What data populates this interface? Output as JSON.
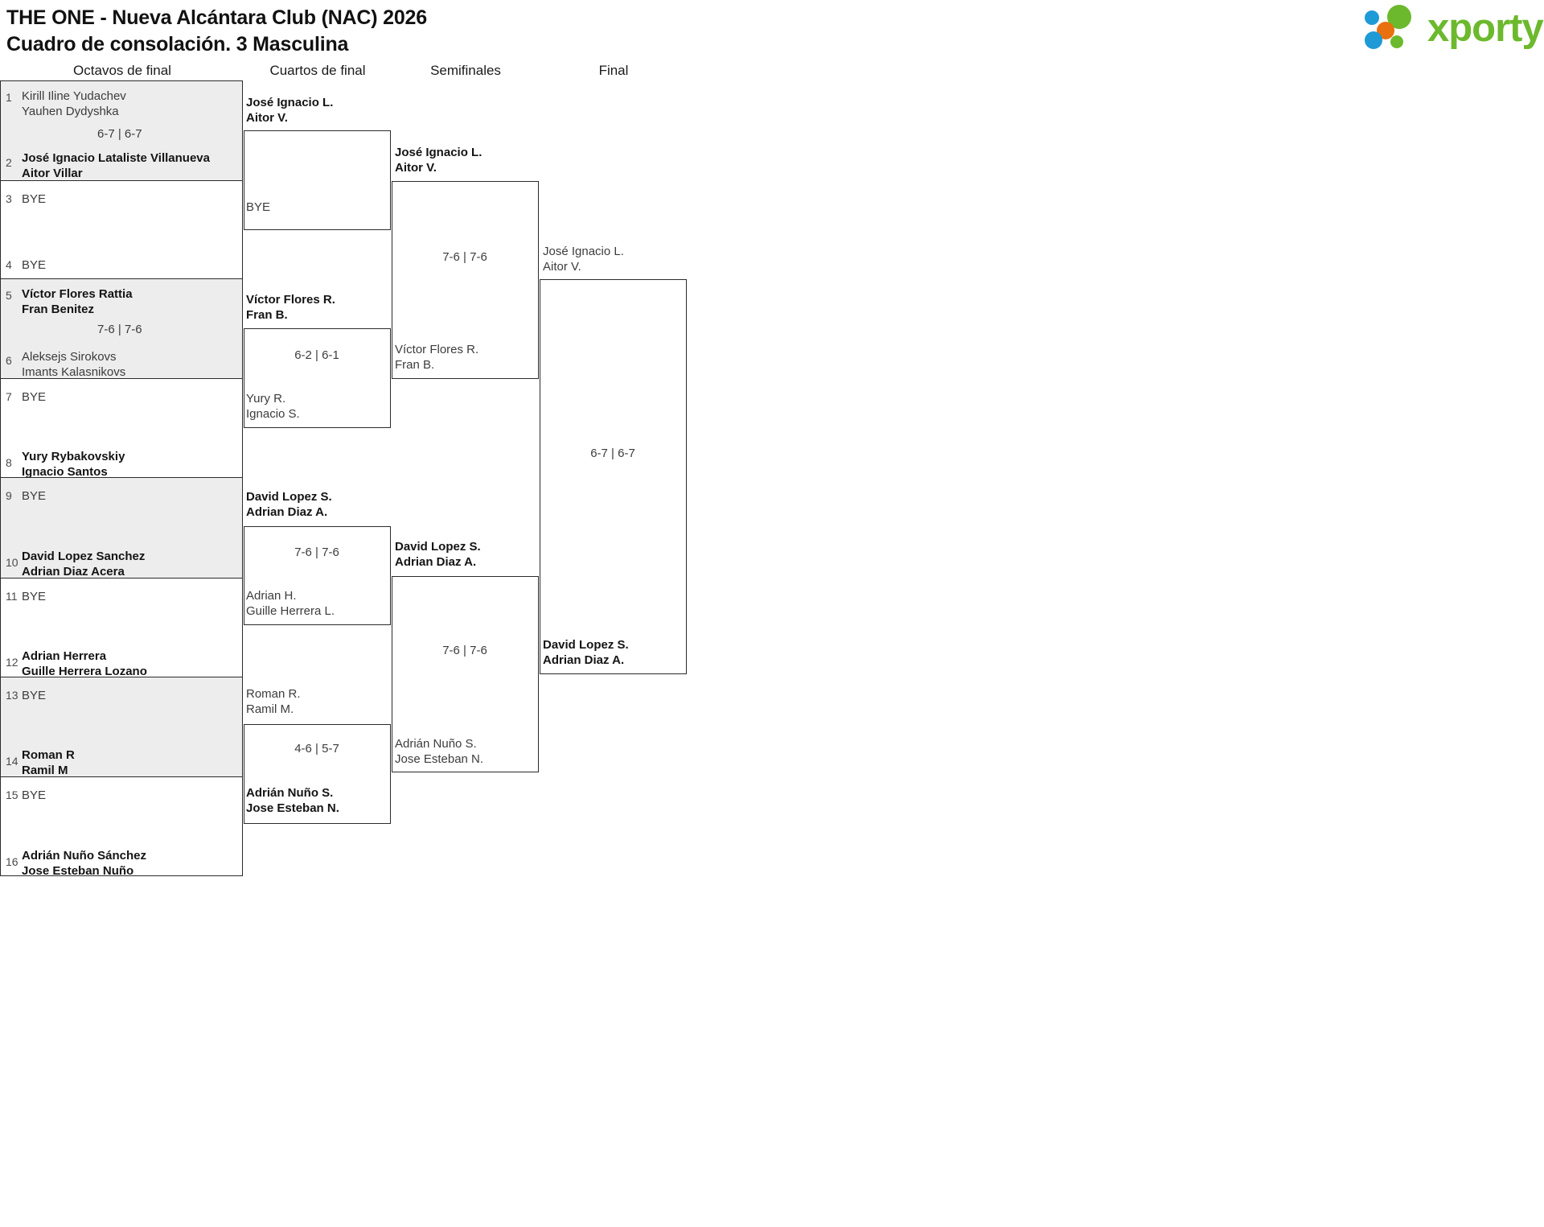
{
  "header": {
    "title_line1": "THE ONE - Nueva Alcántara Club (NAC) 2026",
    "title_line2": "Cuadro de consolación. 3 Masculina"
  },
  "logo": {
    "wordmark": "xporty",
    "green": "#6cb92d",
    "blue": "#1e9ad6",
    "orange": "#e8700f"
  },
  "rounds": [
    {
      "label": "Octavos de final"
    },
    {
      "label": "Cuartos de final"
    },
    {
      "label": "Semifinales"
    },
    {
      "label": "Final"
    }
  ],
  "r16": [
    {
      "seed": "1",
      "line1": "Kirill Iline Yudachev",
      "line2": "Yauhen Dydyshka",
      "winner": false,
      "bye": false
    },
    {
      "seed": "2",
      "line1": "José Ignacio Lataliste Villanueva",
      "line2": "Aitor Villar",
      "winner": true,
      "bye": false
    },
    {
      "seed": "3",
      "line1": "BYE",
      "line2": "",
      "winner": false,
      "bye": true
    },
    {
      "seed": "4",
      "line1": "BYE",
      "line2": "",
      "winner": false,
      "bye": true
    },
    {
      "seed": "5",
      "line1": "Víctor Flores Rattia",
      "line2": "Fran Benitez",
      "winner": true,
      "bye": false
    },
    {
      "seed": "6",
      "line1": "Aleksejs Sirokovs",
      "line2": "Imants Kalasnikovs",
      "winner": false,
      "bye": false
    },
    {
      "seed": "7",
      "line1": "BYE",
      "line2": "",
      "winner": false,
      "bye": true
    },
    {
      "seed": "8",
      "line1": "Yury Rybakovskiy",
      "line2": "Ignacio Santos",
      "winner": true,
      "bye": false
    },
    {
      "seed": "9",
      "line1": "BYE",
      "line2": "",
      "winner": false,
      "bye": true
    },
    {
      "seed": "10",
      "line1": "David Lopez Sanchez",
      "line2": "Adrian Diaz Acera",
      "winner": true,
      "bye": false
    },
    {
      "seed": "11",
      "line1": "BYE",
      "line2": "",
      "winner": false,
      "bye": true
    },
    {
      "seed": "12",
      "line1": "Adrian Herrera",
      "line2": "Guille Herrera Lozano",
      "winner": true,
      "bye": false
    },
    {
      "seed": "13",
      "line1": "BYE",
      "line2": "",
      "winner": false,
      "bye": true
    },
    {
      "seed": "14",
      "line1": "Roman R",
      "line2": "Ramil M",
      "winner": true,
      "bye": false
    },
    {
      "seed": "15",
      "line1": "BYE",
      "line2": "",
      "winner": false,
      "bye": true
    },
    {
      "seed": "16",
      "line1": "Adrián Nuño Sánchez",
      "line2": "Jose Esteban Nuño",
      "winner": true,
      "bye": false
    }
  ],
  "r16_scores": [
    {
      "value": "6-7 | 6-7"
    },
    {
      "value": ""
    },
    {
      "value": "7-6 | 7-6"
    },
    {
      "value": ""
    },
    {
      "value": ""
    },
    {
      "value": ""
    },
    {
      "value": ""
    },
    {
      "value": ""
    }
  ],
  "quarters": [
    {
      "line1": "José Ignacio L.",
      "line2": "Aitor V.",
      "winner": true,
      "bye": false
    },
    {
      "line1": "BYE",
      "line2": "",
      "winner": false,
      "bye": true
    },
    {
      "line1": "Víctor Flores R.",
      "line2": "Fran B.",
      "winner": true,
      "bye": false
    },
    {
      "line1": "Yury R.",
      "line2": "Ignacio S.",
      "winner": false,
      "bye": false
    },
    {
      "line1": "David Lopez S.",
      "line2": "Adrian Diaz A.",
      "winner": true,
      "bye": false
    },
    {
      "line1": "Adrian H.",
      "line2": "Guille Herrera L.",
      "winner": false,
      "bye": false
    },
    {
      "line1": "Roman R.",
      "line2": "Ramil M.",
      "winner": false,
      "bye": false
    },
    {
      "line1": "Adrián Nuño S.",
      "line2": "Jose Esteban N.",
      "winner": true,
      "bye": false
    }
  ],
  "quarter_scores": [
    {
      "value": ""
    },
    {
      "value": "6-2 | 6-1"
    },
    {
      "value": "7-6 | 7-6"
    },
    {
      "value": "4-6 | 5-7"
    }
  ],
  "semis": [
    {
      "line1": "José Ignacio L.",
      "line2": "Aitor V.",
      "winner": true,
      "bye": false
    },
    {
      "line1": "Víctor Flores R.",
      "line2": "Fran B.",
      "winner": false,
      "bye": false
    },
    {
      "line1": "David Lopez S.",
      "line2": "Adrian Diaz A.",
      "winner": true,
      "bye": false
    },
    {
      "line1": "Adrián Nuño S.",
      "line2": "Jose Esteban N.",
      "winner": false,
      "bye": false
    }
  ],
  "semi_scores": [
    {
      "value": "7-6 | 7-6"
    },
    {
      "value": "7-6 | 7-6"
    }
  ],
  "finals": [
    {
      "line1": "José Ignacio L.",
      "line2": "Aitor V.",
      "winner": false,
      "bye": false
    },
    {
      "line1": "David Lopez S.",
      "line2": "Adrian Diaz A.",
      "winner": true,
      "bye": false
    }
  ],
  "final_scores": [
    {
      "value": "6-7 | 6-7"
    }
  ]
}
